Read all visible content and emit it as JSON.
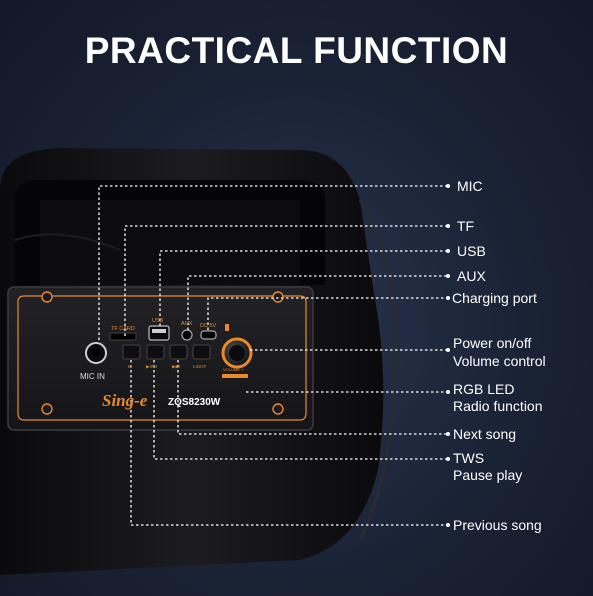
{
  "title": "PRACTICAL FUNCTION",
  "labels": {
    "mic": "MIC",
    "tf": "TF",
    "usb": "USB",
    "aux": "AUX",
    "charging": "Charging port",
    "power": "Power on/off",
    "volume": "Volume control",
    "rgb": "RGB LED",
    "radio": "Radio function",
    "next": "Next song",
    "tws": "TWS",
    "pause": "Pause play",
    "prev": "Previous song"
  },
  "panel": {
    "tf_card": "TF CARD",
    "usb": "USB",
    "aux": "AUX",
    "dc": "DC 5V",
    "mic_in": "MIC IN",
    "brand": "Sing-e",
    "model": "ZQS8230W",
    "m_btn": "M",
    "prev_btn": "I◀◀",
    "mode_btn": "▶II/M",
    "next_btn": "▶▶I",
    "light_btn": "LIGHT",
    "volume": "VOLUME +"
  },
  "colors": {
    "accent": "#e88a2c",
    "background": "#1a2235",
    "text": "#ffffff"
  }
}
